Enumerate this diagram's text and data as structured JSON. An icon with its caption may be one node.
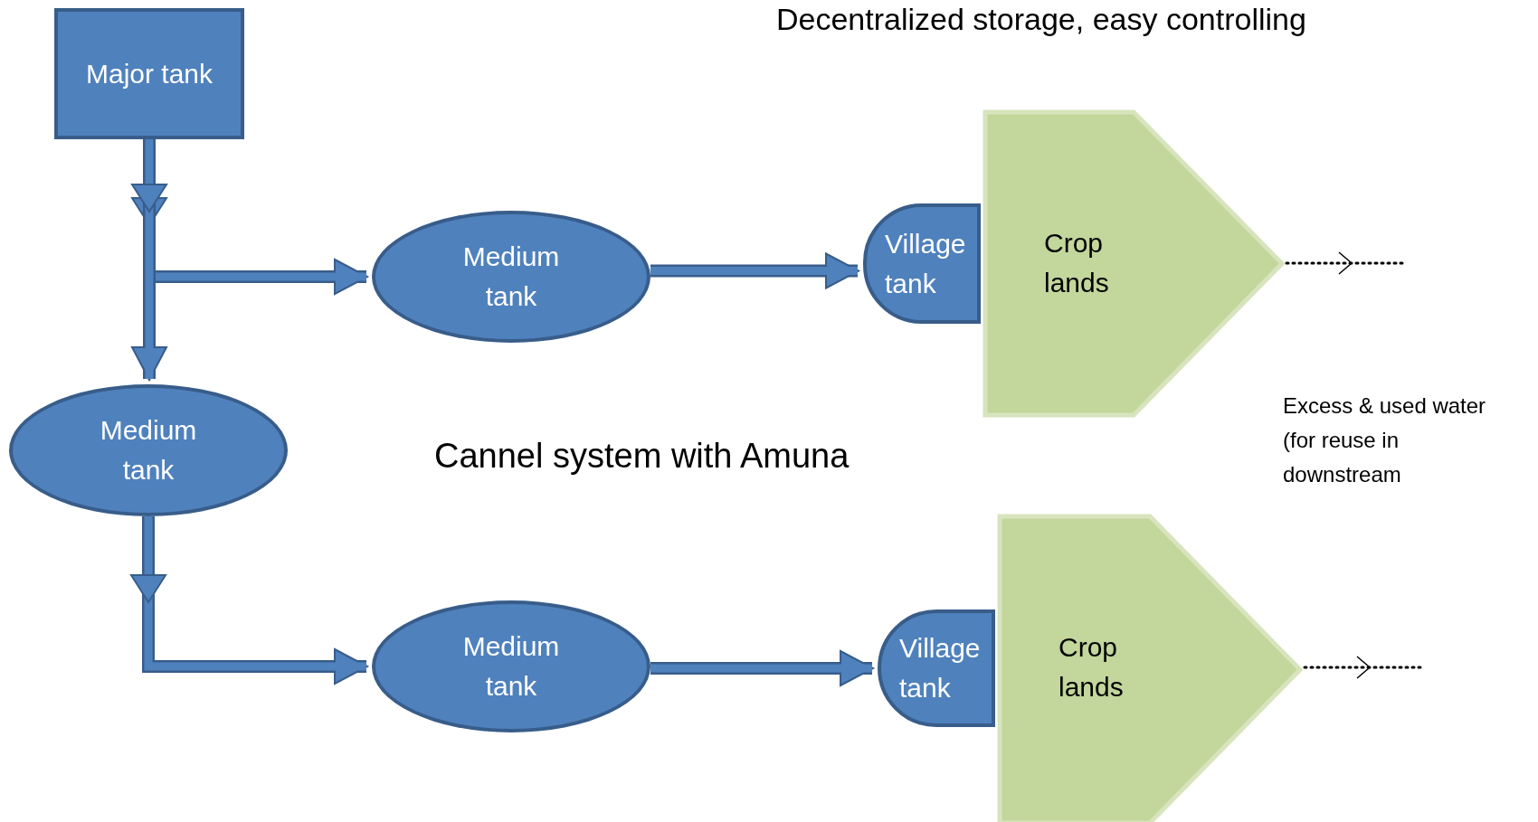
{
  "diagram": {
    "nodes": [
      {
        "text": [
          "Major tank"
        ]
      },
      {
        "text": [
          "Medium tank"
        ]
      },
      {
        "text": [
          "Village tank"
        ]
      },
      {
        "text": [
          "Crop lands"
        ]
      },
      {
        "text": [
          "Medium tank"
        ]
      },
      {
        "text": [
          "Medium tank"
        ]
      },
      {
        "text": [
          "Village tank"
        ]
      },
      {
        "text": [
          "Crop lands"
        ]
      }
    ],
    "edges": [
      {
        "from": 0,
        "to": 1,
        "arrow": "to"
      },
      {
        "from": 0,
        "to": 4,
        "arrow": "to"
      },
      {
        "from": 1,
        "to": 2,
        "arrow": "to"
      },
      {
        "from": 3,
        "to": null,
        "arrow": "to",
        "style": "dashed",
        "color": "#000000"
      },
      {
        "from": 4,
        "to": 5,
        "arrow": "to"
      },
      {
        "from": 5,
        "to": 6,
        "arrow": "to"
      },
      {
        "from": 7,
        "to": null,
        "arrow": "to",
        "style": "dashed",
        "color": "#000000"
      }
    ],
    "labels": [
      "Decentralized storage, easy controlling",
      "Cannel system with Amuna",
      "Excess & used water (for reuse in downstream"
    ]
  }
}
